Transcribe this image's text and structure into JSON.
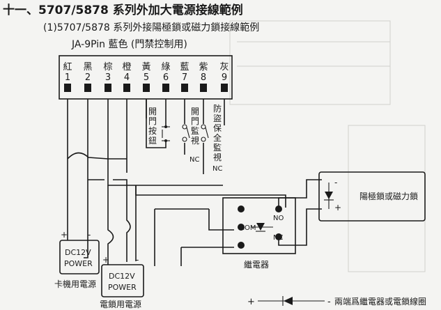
{
  "heading": {
    "title": "十一、5707/5878 系列外加大電源接線範例",
    "subtitle": "(1)5707/5878 系列外接陽極鎖或磁力鎖接線範例"
  },
  "connector": {
    "label": "JA-9Pin 藍色 (門禁控制用)",
    "pins": [
      {
        "color": "紅",
        "num": "1"
      },
      {
        "color": "黑",
        "num": "2"
      },
      {
        "color": "棕",
        "num": "3"
      },
      {
        "color": "橙",
        "num": "4"
      },
      {
        "color": "黃",
        "num": "5"
      },
      {
        "color": "綠",
        "num": "6"
      },
      {
        "color": "藍",
        "num": "7"
      },
      {
        "color": "紫",
        "num": "8"
      },
      {
        "color": "灰",
        "num": "9"
      }
    ]
  },
  "door_button": {
    "label": "開門按鈕"
  },
  "door_monitor": {
    "label": "開門監視",
    "nc": "NC"
  },
  "tamper_monitor": {
    "label": "防盜保全監視",
    "nc": "NC"
  },
  "lock": {
    "label": "陽極鎖或磁力鎖",
    "minus": "-",
    "plus": "+"
  },
  "relay": {
    "label": "繼電器",
    "no": "NO",
    "com": "COM",
    "nc": "NC"
  },
  "reader_power": {
    "line1": "DC12V",
    "line2": "POWER",
    "label": "卡機用電源",
    "plus": "+",
    "minus": "-"
  },
  "lock_power": {
    "line1": "DC12V",
    "line2": "POWER",
    "label": "電鎖用電源",
    "plus": "+",
    "minus": "-"
  },
  "legend": {
    "plus": "+",
    "minus": "-",
    "text": "兩端爲繼電器或電鎖線圈"
  }
}
